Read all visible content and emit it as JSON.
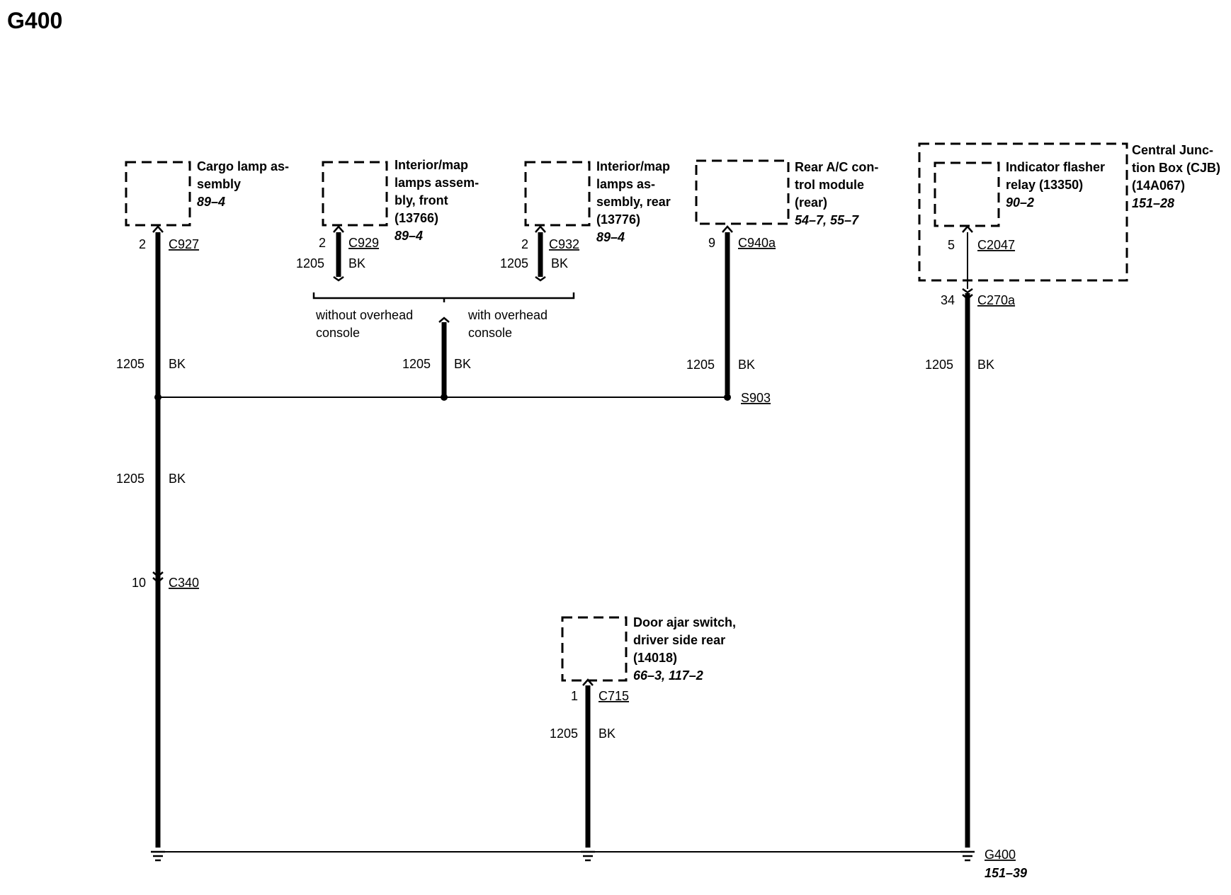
{
  "title": "G400",
  "components": {
    "cargo_lamp": {
      "name_1": "Cargo lamp as-",
      "name_2": "sembly",
      "ref": "89–4",
      "pin": "2",
      "connector": "C927"
    },
    "map_front": {
      "name_1": "Interior/map",
      "name_2": "lamps assem-",
      "name_3": "bly, front",
      "name_4": "(13766)",
      "ref": "89–4",
      "pin": "2",
      "connector": "C929",
      "circuit": "1205",
      "color": "BK"
    },
    "map_rear": {
      "name_1": "Interior/map",
      "name_2": "lamps as-",
      "name_3": "sembly, rear",
      "name_4": "(13776)",
      "ref": "89–4",
      "pin": "2",
      "connector": "C932",
      "circuit": "1205",
      "color": "BK"
    },
    "rear_ac": {
      "name_1": "Rear A/C con-",
      "name_2": "trol module",
      "name_3": "(rear)",
      "ref": "54–7, 55–7",
      "pin": "9",
      "connector": "C940a"
    },
    "cjb": {
      "name_1": "Central Junc-",
      "name_2": "tion Box (CJB)",
      "name_3": "(14A067)",
      "ref": "151–28",
      "pin": "34",
      "connector": "C270a"
    },
    "flasher": {
      "name_1": "Indicator flasher",
      "name_2": "relay (13350)",
      "ref": "90–2",
      "pin": "5",
      "connector": "C2047"
    },
    "door_ajar": {
      "name_1": "Door ajar switch,",
      "name_2": "driver side rear",
      "name_3": "(14018)",
      "ref": "66–3, 117–2",
      "pin": "1",
      "connector": "C715",
      "circuit": "1205",
      "color": "BK"
    }
  },
  "options": {
    "without_1": "without overhead",
    "without_2": "console",
    "with_1": "with overhead",
    "with_2": "console"
  },
  "wires": {
    "cargo_upper": {
      "circuit": "1205",
      "color": "BK"
    },
    "cargo_lower": {
      "circuit": "1205",
      "color": "BK"
    },
    "middle": {
      "circuit": "1205",
      "color": "BK"
    },
    "rear_ac": {
      "circuit": "1205",
      "color": "BK"
    },
    "cjb": {
      "circuit": "1205",
      "color": "BK"
    }
  },
  "c340": {
    "pin": "10",
    "connector": "C340"
  },
  "splice": {
    "name": "S903"
  },
  "ground": {
    "name": "G400",
    "ref": "151–39"
  }
}
